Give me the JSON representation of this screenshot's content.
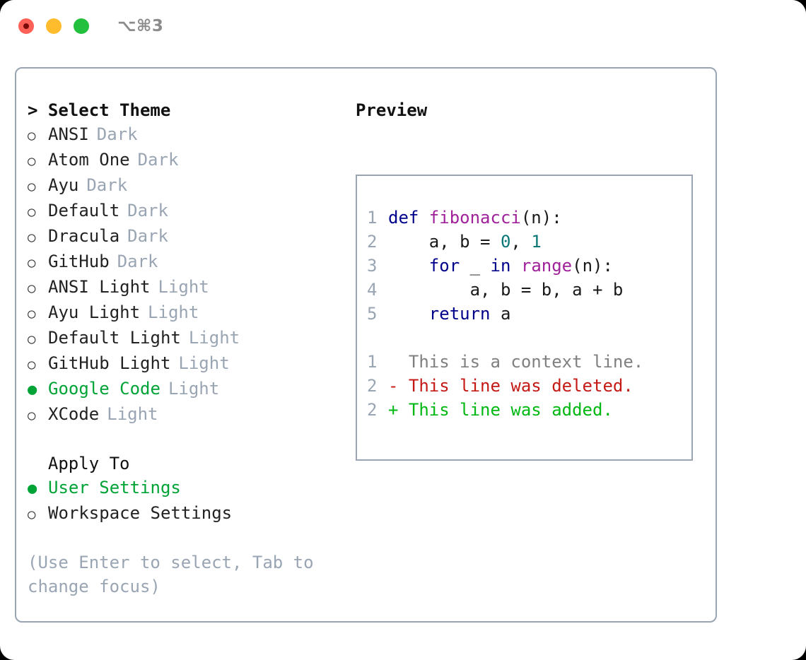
{
  "titlebar": {
    "shortcut": "⌥⌘3",
    "buttons": {
      "close": "close",
      "minimize": "minimize",
      "maximize": "maximize"
    }
  },
  "theme_picker": {
    "prompt": "> ",
    "heading": "Select Theme",
    "marker_unselected": "○",
    "marker_selected": "●",
    "accent_color": "#00a336",
    "tag_color": "#9aa5b4",
    "items": [
      {
        "name": "ANSI",
        "tag": "Dark",
        "selected": false
      },
      {
        "name": "Atom One",
        "tag": "Dark",
        "selected": false
      },
      {
        "name": "Ayu",
        "tag": "Dark",
        "selected": false
      },
      {
        "name": "Default",
        "tag": "Dark",
        "selected": false
      },
      {
        "name": "Dracula",
        "tag": "Dark",
        "selected": false
      },
      {
        "name": "GitHub",
        "tag": "Dark",
        "selected": false
      },
      {
        "name": "ANSI Light",
        "tag": "Light",
        "selected": false
      },
      {
        "name": "Ayu Light",
        "tag": "Light",
        "selected": false
      },
      {
        "name": "Default Light",
        "tag": "Light",
        "selected": false
      },
      {
        "name": "GitHub Light",
        "tag": "Light",
        "selected": false
      },
      {
        "name": "Google Code",
        "tag": "Light",
        "selected": true
      },
      {
        "name": "XCode",
        "tag": "Light",
        "selected": false
      }
    ]
  },
  "apply_to": {
    "heading": "Apply To",
    "items": [
      {
        "name": "User Settings",
        "selected": true
      },
      {
        "name": "Workspace Settings",
        "selected": false
      }
    ]
  },
  "hint": "(Use Enter to select, Tab to change focus)",
  "preview": {
    "title": "Preview",
    "code_lines": [
      {
        "ln": "1",
        "tokens": [
          {
            "t": "def ",
            "c": "kw"
          },
          {
            "t": "fibonacci",
            "c": "fn"
          },
          {
            "t": "(n):",
            "c": "pl"
          }
        ]
      },
      {
        "ln": "2",
        "tokens": [
          {
            "t": "    a, b = ",
            "c": "pl"
          },
          {
            "t": "0",
            "c": "num"
          },
          {
            "t": ", ",
            "c": "pl"
          },
          {
            "t": "1",
            "c": "num"
          }
        ]
      },
      {
        "ln": "3",
        "tokens": [
          {
            "t": "    ",
            "c": "pl"
          },
          {
            "t": "for",
            "c": "kw"
          },
          {
            "t": " _ ",
            "c": "pl"
          },
          {
            "t": "in",
            "c": "kw"
          },
          {
            "t": " ",
            "c": "pl"
          },
          {
            "t": "range",
            "c": "fn"
          },
          {
            "t": "(n):",
            "c": "pl"
          }
        ]
      },
      {
        "ln": "4",
        "tokens": [
          {
            "t": "        a, b = b, a + b",
            "c": "pl"
          }
        ]
      },
      {
        "ln": "5",
        "tokens": [
          {
            "t": "    ",
            "c": "pl"
          },
          {
            "t": "return",
            "c": "kw"
          },
          {
            "t": " a",
            "c": "pl"
          }
        ]
      }
    ],
    "diff_lines": [
      {
        "ln": "1",
        "marker": "  ",
        "text": "This is a context line.",
        "kind": "ctx"
      },
      {
        "ln": "2",
        "marker": "- ",
        "text": "This line was deleted.",
        "kind": "del"
      },
      {
        "ln": "2",
        "marker": "+ ",
        "text": "This line was added.",
        "kind": "add"
      }
    ],
    "colors": {
      "keyword": "#00008b",
      "function": "#a0229b",
      "number": "#0a7676",
      "plain": "#1a1a1a",
      "line_number": "#9aa5b4",
      "diff_context": "#808080",
      "diff_deleted": "#c41a16",
      "diff_added": "#00b812"
    }
  }
}
